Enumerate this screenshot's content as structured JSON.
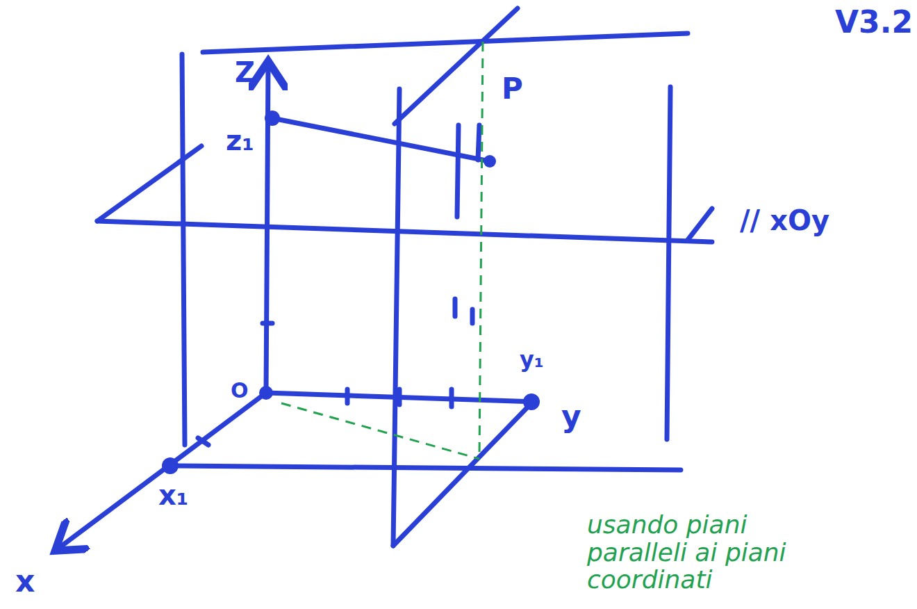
{
  "diagram": {
    "labels": [
      "V3.2",
      "Z",
      "z₁",
      "P",
      "// xOy",
      "O",
      "y₁",
      "y",
      "x₁",
      "x",
      "usando piani paralleli ai piani coordinati"
    ]
  }
}
